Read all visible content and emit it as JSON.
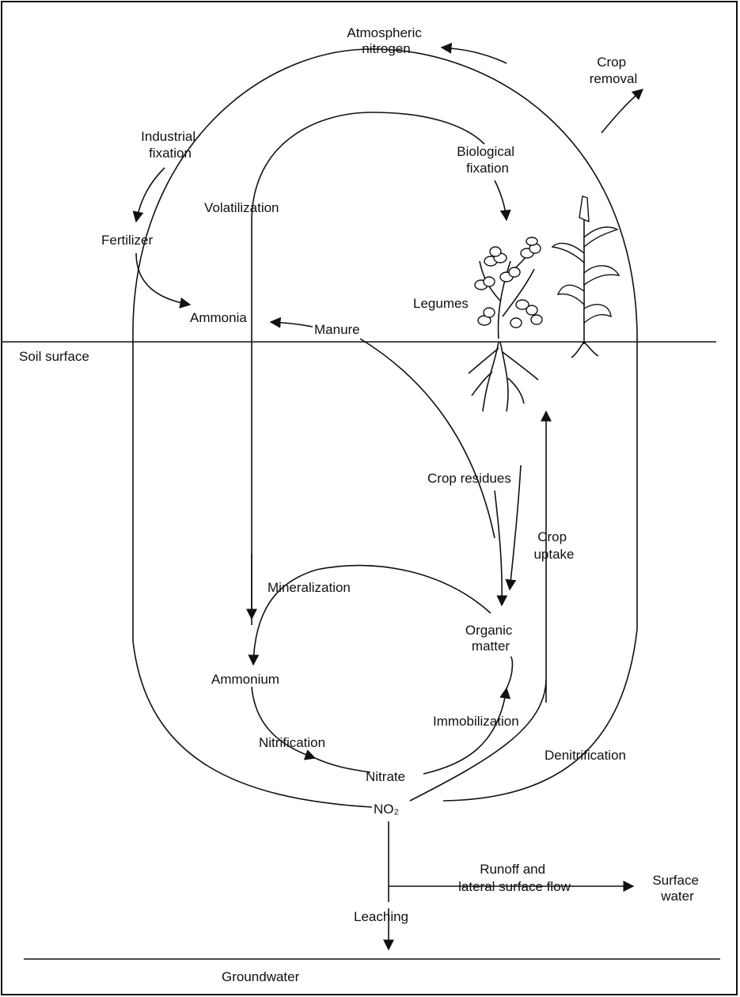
{
  "labels": {
    "atmospheric_nitrogen": [
      "Atmospheric",
      "nitrogen"
    ],
    "crop_removal": [
      "Crop",
      "removal"
    ],
    "industrial_fixation": [
      "Industrial",
      "fixation"
    ],
    "biological_fixation": [
      "Biological",
      "fixation"
    ],
    "volatilization": "Volatilization",
    "fertilizer": "Fertilizer",
    "legumes": "Legumes",
    "ammonia": "Ammonia",
    "manure": "Manure",
    "soil_surface": "Soil surface",
    "crop_residues": "Crop residues",
    "crop_uptake": [
      "Crop",
      "uptake"
    ],
    "mineralization": "Mineralization",
    "organic_matter": [
      "Organic",
      "matter"
    ],
    "ammonium": "Ammonium",
    "immobilization": "Immobilization",
    "nitrification": "Nitrification",
    "denitrification": "Denitrification",
    "nitrate": "Nitrate",
    "no2": "NO₂",
    "runoff": [
      "Runoff and",
      "lateral surface flow"
    ],
    "surface_water": [
      "Surface",
      "water"
    ],
    "leaching": "Leaching",
    "groundwater": "Groundwater"
  }
}
